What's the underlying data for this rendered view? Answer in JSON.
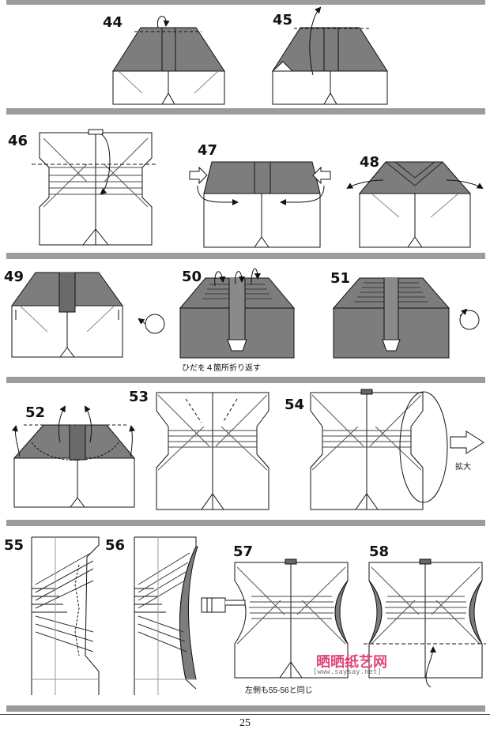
{
  "steps": {
    "s44": "44",
    "s45": "45",
    "s46": "46",
    "s47": "47",
    "s48": "48",
    "s49": "49",
    "s50": "50",
    "s51": "51",
    "s52": "52",
    "s53": "53",
    "s54": "54",
    "s55": "55",
    "s56": "56",
    "s57": "57",
    "s58": "58"
  },
  "notes": {
    "step50": "ひだを４箇所折り返す",
    "step54": "拡大",
    "step57": "左側も55-56と同じ"
  },
  "watermark": {
    "cn": "晒晒纸艺网",
    "url": "[www.saysay.net]"
  },
  "page_number": "25",
  "colors": {
    "paper_gray": "#7d7d7d",
    "band_gray": "#9c9c9c",
    "watermark_pink": "#e0457a"
  }
}
